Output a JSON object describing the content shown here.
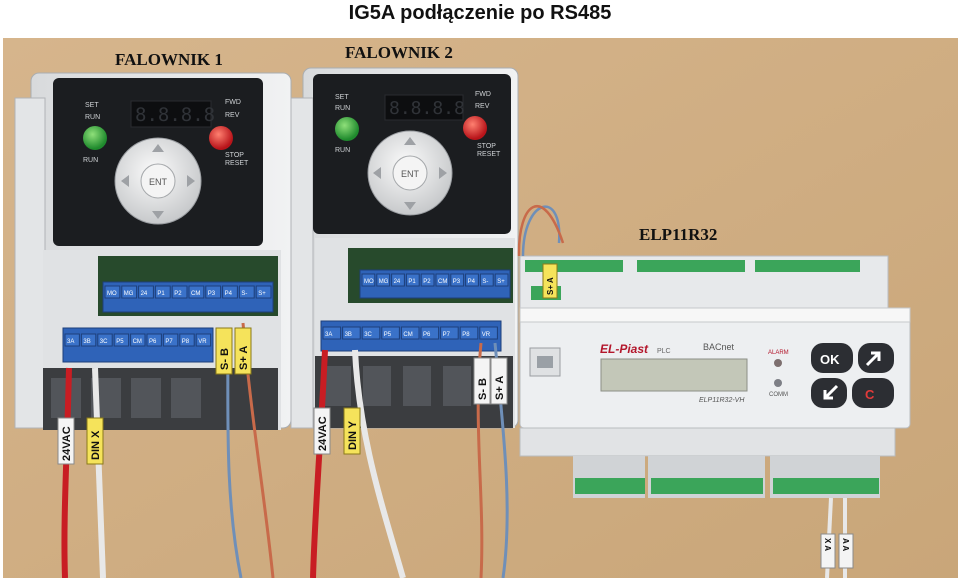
{
  "page": {
    "title": "IG5A podłączenie po RS485"
  },
  "photo": {
    "labels": {
      "inv1": "FALOWNIK 1",
      "inv2": "FALOWNIK 2",
      "plc": "ELP11R32"
    },
    "keypad": {
      "set": "SET",
      "run": "RUN",
      "fwd": "FWD",
      "rev": "REV",
      "run_btn": "RUN",
      "stop": "STOP",
      "reset": "RESET",
      "ent": "ENT",
      "display": "8.8.8.8"
    },
    "terminals": {
      "row_top": [
        "MO",
        "MG",
        "24",
        "P1",
        "P2",
        "CM",
        "P3",
        "P4",
        "S-",
        "S+"
      ],
      "row_bottom": [
        "3A",
        "3B",
        "3C",
        "P5",
        "CM",
        "P6",
        "P7",
        "P8",
        "VR"
      ]
    },
    "wire_tags": {
      "s_minus": "S- B",
      "s_plus": "S+ A",
      "vac": "24VAC",
      "din": "DIN X",
      "din_y": "DIN Y",
      "plc_top": "S+ A",
      "plc_bottom_x": "X A",
      "plc_bottom_a": "A A"
    },
    "plc_panel": {
      "brand": "EL-Piast",
      "brand_suffix": "PLC",
      "protocol": "BACnet",
      "model": "ELP11R32-VH",
      "alarm": "ALARM",
      "comm": "COMM",
      "ok": "OK",
      "c": "C"
    }
  }
}
